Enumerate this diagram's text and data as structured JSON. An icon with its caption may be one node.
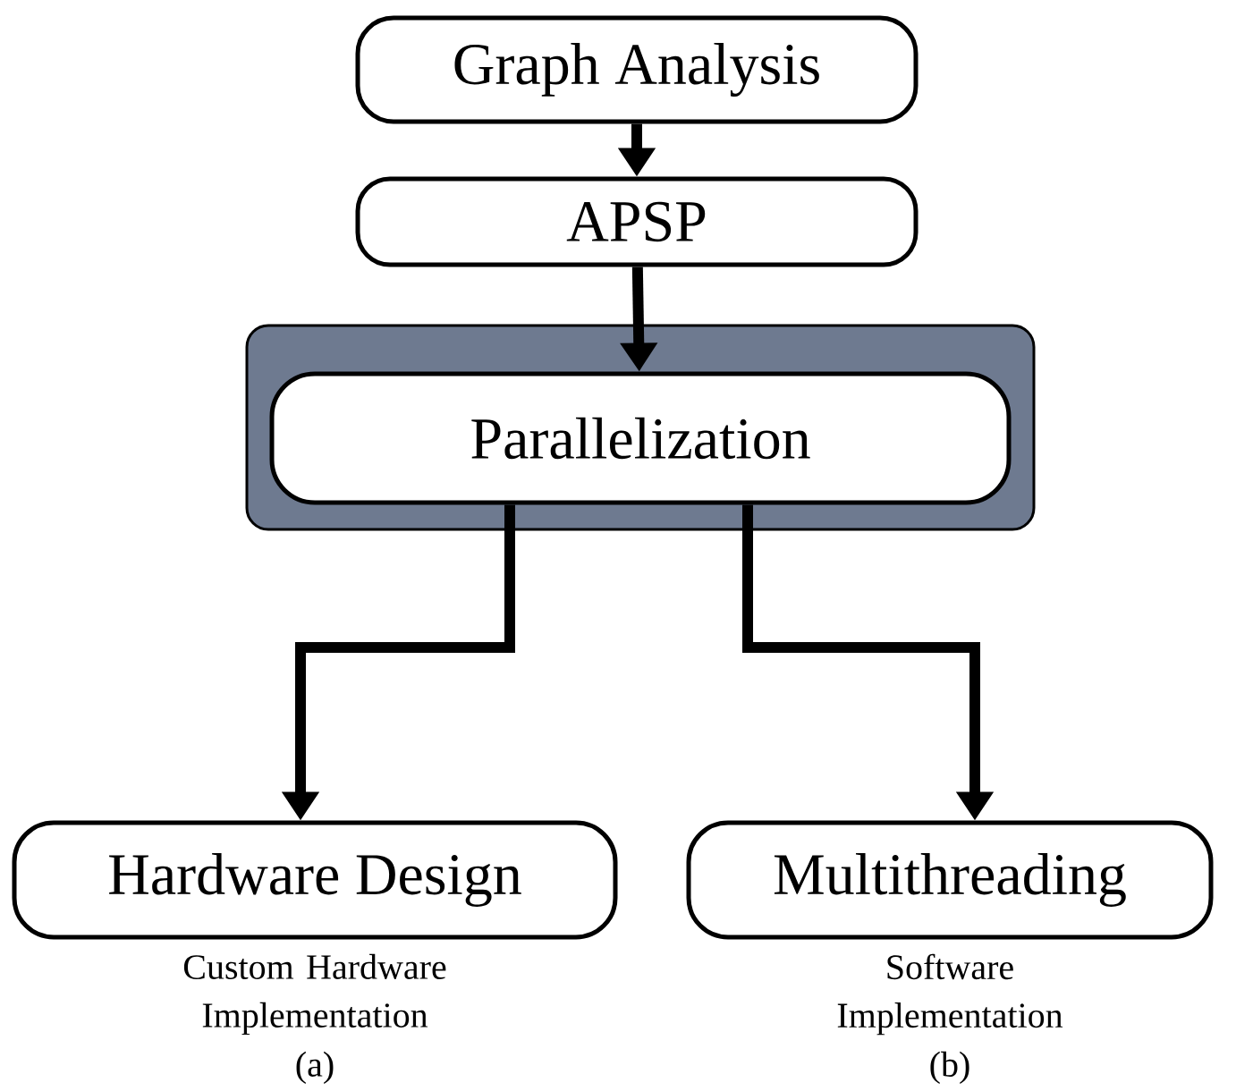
{
  "diagram": {
    "nodes": [
      {
        "text": [
          "Graph Analysis"
        ]
      },
      {
        "text": [
          "APSP"
        ]
      },
      {
        "text": [],
        "shape": "box"
      },
      {
        "text": [
          "Parallelization"
        ],
        "in": 2
      },
      {
        "text": [
          "Hardware Design"
        ],
        "beside": [
          "Custom Hardware Implementation",
          "(a)"
        ]
      },
      {
        "text": [
          "Multithreading"
        ],
        "beside": [
          "Software Implementation",
          "(b)"
        ]
      }
    ],
    "edges": [
      {
        "from": 0,
        "to": 1,
        "arrow": "to"
      },
      {
        "from": 1,
        "to": 3,
        "arrow": "to"
      },
      {
        "from": 3,
        "to": 4,
        "arrow": "to"
      },
      {
        "from": 3,
        "to": 5,
        "arrow": "to"
      }
    ]
  }
}
